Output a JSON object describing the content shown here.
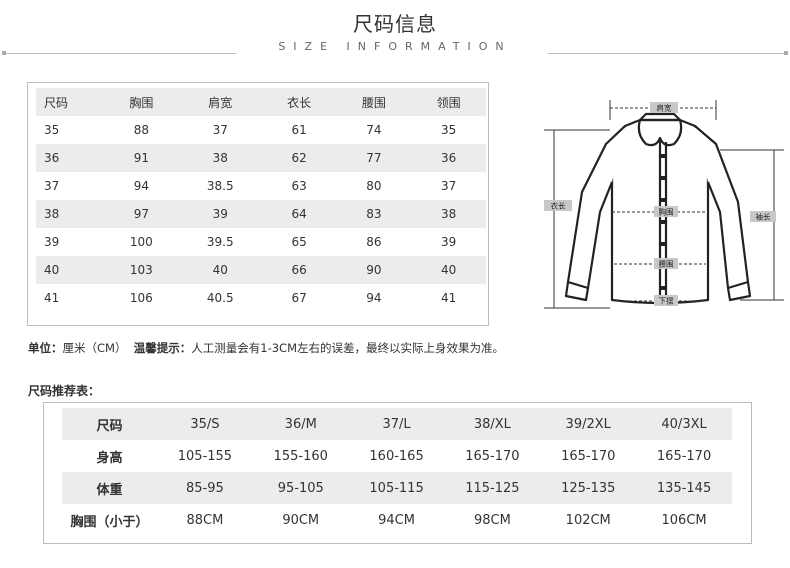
{
  "header": {
    "title": "尺码信息",
    "subtitle": "SIZE INFORMATION"
  },
  "size_table": {
    "headers": [
      "尺码",
      "胸围",
      "肩宽",
      "衣长",
      "腰围",
      "领围"
    ],
    "rows": [
      [
        "35",
        "88",
        "37",
        "61",
        "74",
        "35"
      ],
      [
        "36",
        "91",
        "38",
        "62",
        "77",
        "36"
      ],
      [
        "37",
        "94",
        "38.5",
        "63",
        "80",
        "37"
      ],
      [
        "38",
        "97",
        "39",
        "64",
        "83",
        "38"
      ],
      [
        "39",
        "100",
        "39.5",
        "65",
        "86",
        "39"
      ],
      [
        "40",
        "103",
        "40",
        "66",
        "90",
        "40"
      ],
      [
        "41",
        "106",
        "40.5",
        "67",
        "94",
        "41"
      ]
    ]
  },
  "diagram": {
    "labels": {
      "shoulder": "肩宽",
      "length": "衣长",
      "chest": "胸围",
      "waist": "腰围",
      "hem": "下摆",
      "sleeve": "袖长"
    }
  },
  "note": {
    "unit_label": "单位：",
    "unit_value": "厘米（CM）",
    "tip_label": "温馨提示：",
    "tip_text": "人工测量会有1-3CM左右的误差，最终以实际上身效果为准。"
  },
  "recommend": {
    "title": "尺码推荐表：",
    "rows": [
      {
        "label": "尺码",
        "values": [
          "35/S",
          "36/M",
          "37/L",
          "38/XL",
          "39/2XL",
          "40/3XL"
        ]
      },
      {
        "label": "身高",
        "values": [
          "105-155",
          "155-160",
          "160-165",
          "165-170",
          "165-170",
          "165-170"
        ]
      },
      {
        "label": "体重",
        "values": [
          "85-95",
          "95-105",
          "105-115",
          "115-125",
          "125-135",
          "135-145"
        ]
      },
      {
        "label": "胸围（小于）",
        "values": [
          "88CM",
          "90CM",
          "94CM",
          "98CM",
          "102CM",
          "106CM"
        ]
      }
    ]
  }
}
